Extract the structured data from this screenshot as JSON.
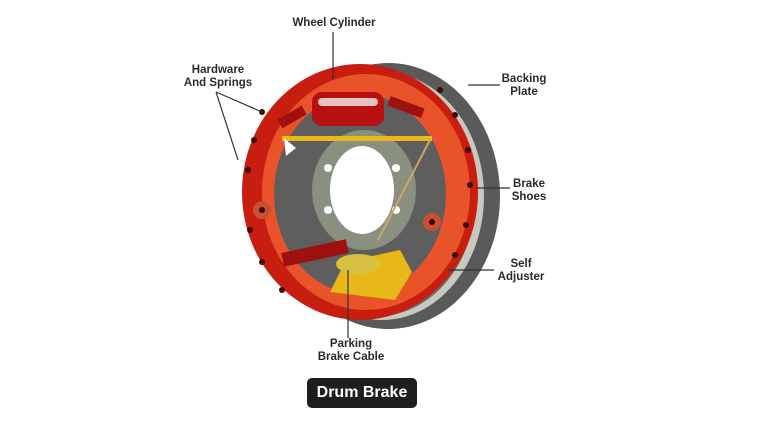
{
  "title": "Drum Brake",
  "labels": {
    "wheel_cylinder": "Wheel Cylinder",
    "hardware_springs_line1": "Hardware",
    "hardware_springs_line2": "And Springs",
    "backing_plate_line1": "Backing",
    "backing_plate_line2": "Plate",
    "brake_shoes_line1": "Brake",
    "brake_shoes_line2": "Shoes",
    "self_adjuster_line1": "Self",
    "self_adjuster_line2": "Adjuster",
    "parking_cable_line1": "Parking",
    "parking_cable_line2": "Brake Cable"
  },
  "colors": {
    "backing_plate": "#5a5a5a",
    "backing_rim": "#c8c8c0",
    "shoe_red": "#d42a14",
    "lining_orange": "#e8532a",
    "cylinder_red": "#b81010",
    "hub_gray": "#8a9080",
    "yellow_parts": "#e8b818",
    "badge_bg": "#1e1e1e"
  }
}
